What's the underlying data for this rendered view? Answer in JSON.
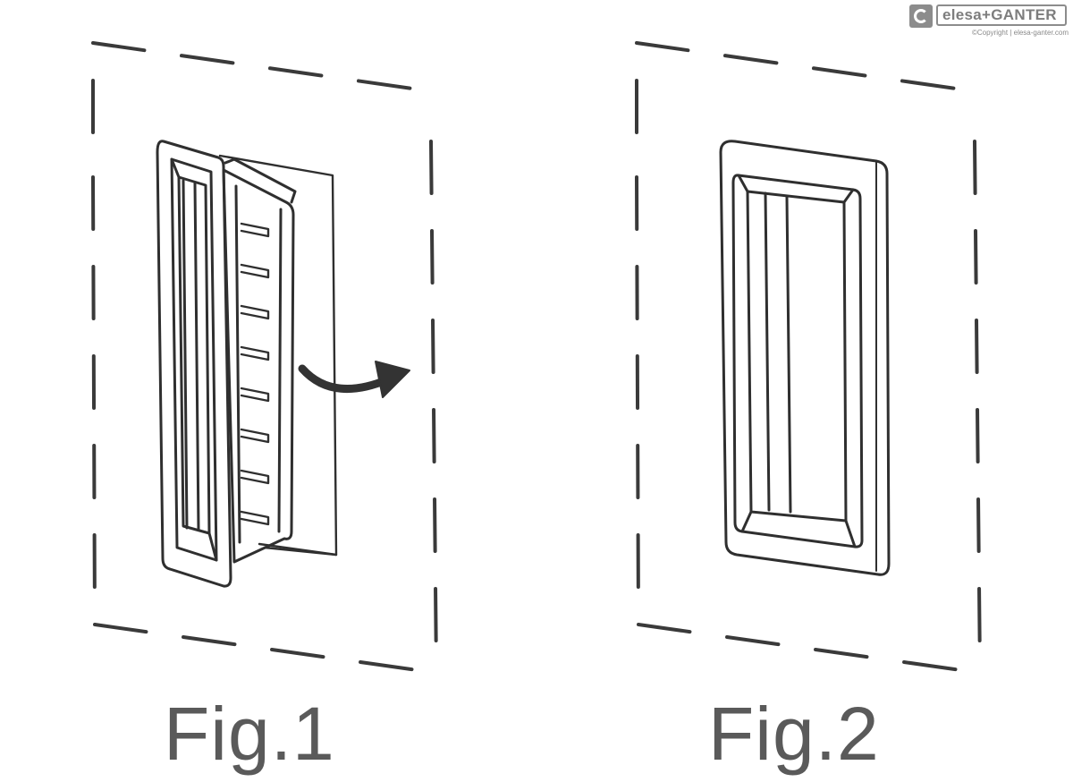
{
  "figures": [
    {
      "caption": "Fig.1"
    },
    {
      "caption": "Fig.2"
    }
  ],
  "logo": {
    "wordmark": "elesa+GANTER",
    "copyright": "©Copyright | elesa-ganter.com"
  },
  "colors": {
    "line": "#333333",
    "caption": "#5a5a5a",
    "logo": "#8c8c8c"
  }
}
